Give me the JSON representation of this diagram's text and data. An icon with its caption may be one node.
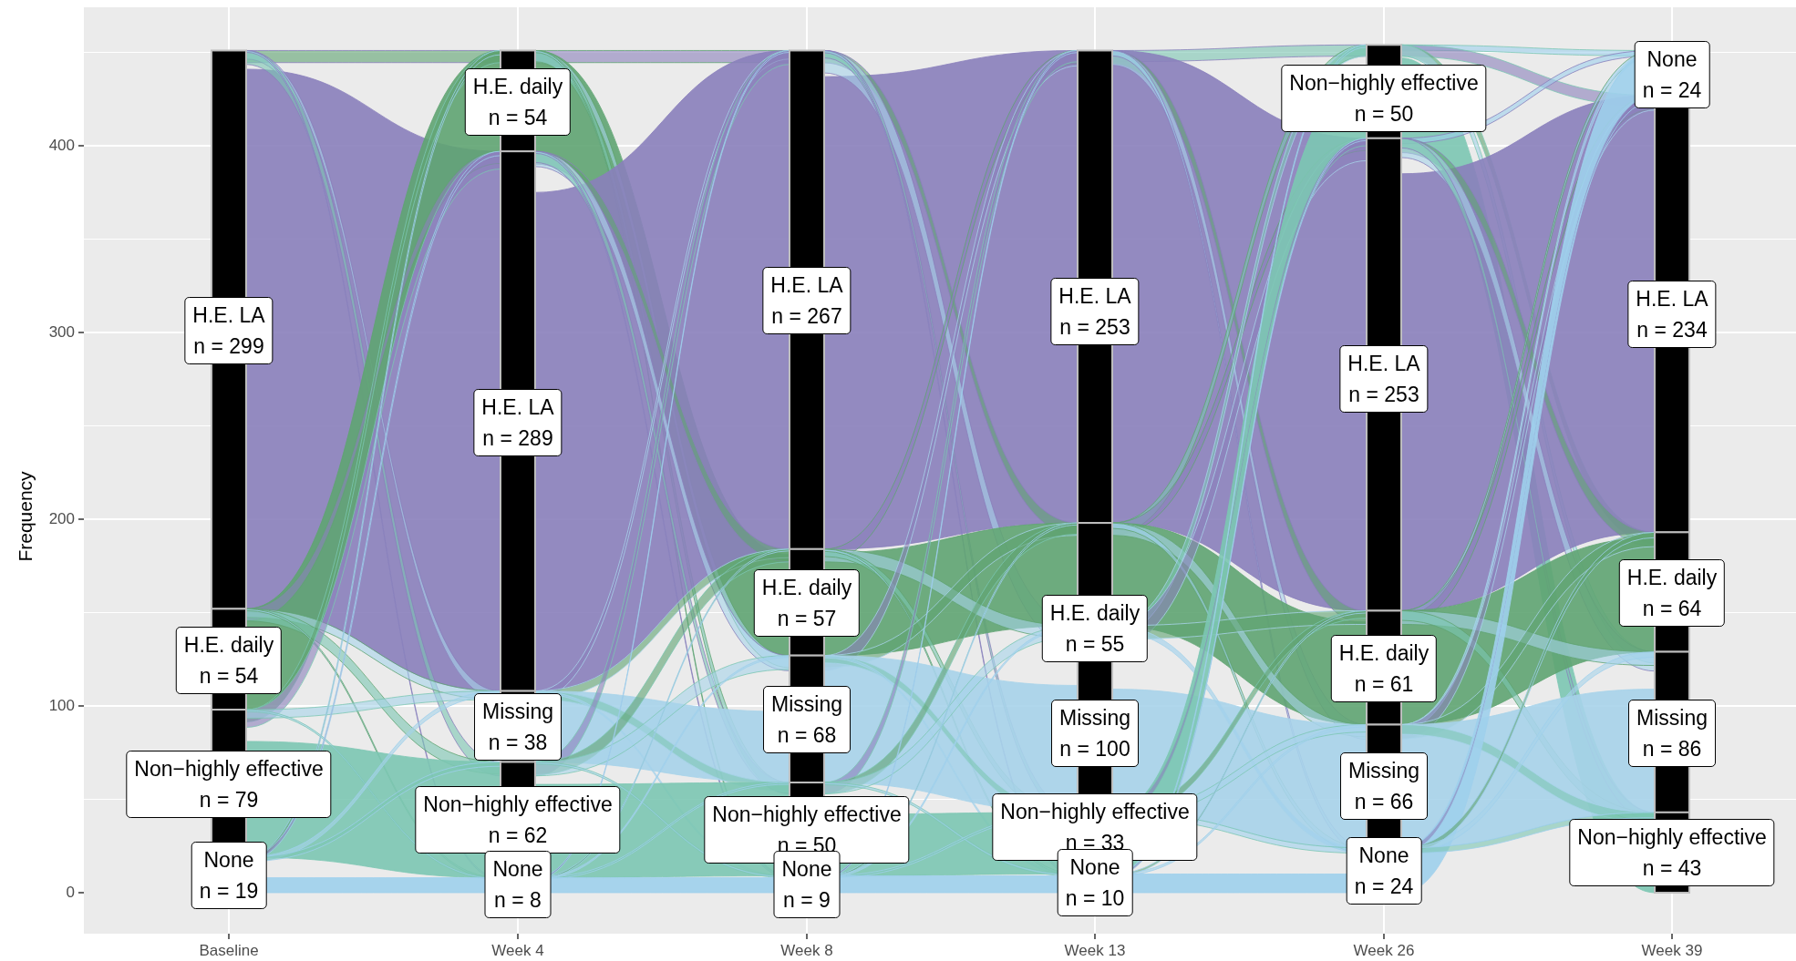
{
  "diagram": {
    "nodes": [
      {
        "text": [
          "H.E. LA",
          "n = 299"
        ]
      },
      {
        "text": [
          "H.E. daily",
          "n = 54"
        ]
      },
      {
        "text": [
          "Non−highly effective",
          "n = 79"
        ]
      },
      {
        "text": [
          "None",
          "n = 19"
        ]
      },
      {
        "text": [
          "H.E. daily",
          "n = 54"
        ]
      },
      {
        "text": [
          "H.E. LA",
          "n = 289"
        ]
      },
      {
        "text": [
          "Missing",
          "n = 38"
        ]
      },
      {
        "text": [
          "Non−highly effective",
          "n = 62"
        ]
      },
      {
        "text": [
          "None",
          "n = 8"
        ]
      },
      {
        "text": [
          "H.E. LA",
          "n = 267"
        ]
      },
      {
        "text": [
          "H.E. daily",
          "n = 57"
        ]
      },
      {
        "text": [
          "Missing",
          "n = 68"
        ]
      },
      {
        "text": [
          "Non−highly effective",
          "n = 50"
        ]
      },
      {
        "text": [
          "None",
          "n = 9"
        ]
      },
      {
        "text": [
          "H.E. LA",
          "n = 253"
        ]
      },
      {
        "text": [
          "H.E. daily",
          "n = 55"
        ]
      },
      {
        "text": [
          "Missing",
          "n = 100"
        ]
      },
      {
        "text": [
          "Non−highly effective",
          "n = 33"
        ]
      },
      {
        "text": [
          "None",
          "n = 10"
        ]
      },
      {
        "text": [
          "Non−highly effective",
          "n = 50"
        ]
      },
      {
        "text": [
          "H.E. LA",
          "n = 253"
        ]
      },
      {
        "text": [
          "H.E. daily",
          "n = 61"
        ]
      },
      {
        "text": [
          "Missing",
          "n = 66"
        ]
      },
      {
        "text": [
          "None",
          "n = 24"
        ]
      },
      {
        "text": [
          "None",
          "n = 24"
        ]
      },
      {
        "text": [
          "H.E. LA",
          "n = 234"
        ]
      },
      {
        "text": [
          "H.E. daily",
          "n = 64"
        ]
      },
      {
        "text": [
          "Missing",
          "n = 86"
        ]
      },
      {
        "text": [
          "Non−highly effective",
          "n = 43"
        ]
      }
    ],
    "labels": [
      "400",
      "300",
      "200",
      "100",
      "0",
      "Frequency",
      "Baseline",
      "Week 4",
      "Week 8",
      "Week 13",
      "Week 26",
      "Week 39"
    ]
  }
}
